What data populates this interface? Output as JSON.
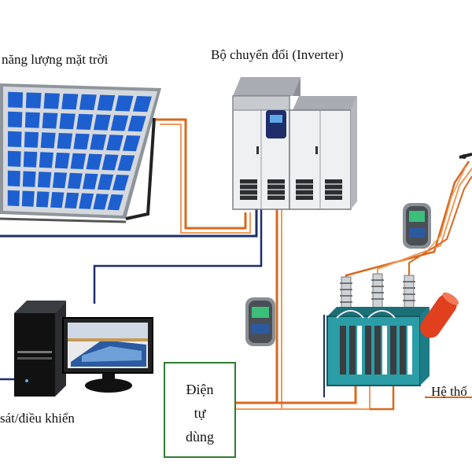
{
  "labels": {
    "solar_panel": "năng lượng mặt trời",
    "inverter": "Bộ chuyển đổi (Inverter)",
    "monitoring": "sát/điều khiển",
    "grid_system": "Hệ thố",
    "self_use": [
      "Điện",
      "tự",
      "dùng"
    ]
  },
  "colors": {
    "panel_cell": "#1e5fd0",
    "panel_frame": "#9aa0a8",
    "inverter_body": "#e9ebee",
    "wire_orange": "#d9681e",
    "wire_navy": "#1f2d6b",
    "box_border": "#2e7d32",
    "transformer": "#2a9da6",
    "fuse_red": "#e0401e"
  },
  "icons": {
    "solar": "solar-panel-icon",
    "inverter": "inverter-cabinet-icon",
    "meter": "energy-meter-icon",
    "computer": "computer-monitor-icon",
    "transformer": "transformer-icon"
  }
}
